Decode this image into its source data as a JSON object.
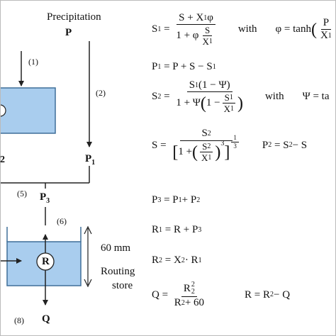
{
  "diagram": {
    "precip_title": "Precipitation",
    "precip_P": "P",
    "flow1": "(1)",
    "flow2": "(2)",
    "flow5": "(5)",
    "flow6": "(6)",
    "flow8": "(8)",
    "P1": "P",
    "P1_sub": "1",
    "P3": "P",
    "P3_sub": "3",
    "left_cut_label": "2",
    "R_node": "R",
    "Q_out": "Q",
    "store_depth": "60 mm",
    "routing_line1": "Routing",
    "routing_line2": "store"
  },
  "equations": {
    "with": "with",
    "phi": "φ",
    "psi": "Ψ",
    "tanh": "φ = tanh",
    "ta": "Ψ = ta",
    "eq1_S1": "S",
    "eq1_num": "S + X",
    "eq1_den": "1 + φ",
    "eq2": "P",
    "eq2_rhs": "= P + S − S",
    "eq3_num": "S",
    "eq3_den1": "1 + Ψ",
    "eq4_num": "S",
    "eq4_den": "1 + ",
    "eq4_exp3": "3",
    "eq4_exp13_num": "1",
    "eq4_exp13_den": "3",
    "eq4b": "= S",
    "eq4b_tail": " − S",
    "eq5": "= P",
    "eq5_plus": " + P",
    "eq6": "= R + P",
    "eq7": "= X",
    "eq7_dot": " · R",
    "eq8_Q": "Q =",
    "eq8_den": "R",
    "eq8_den_tail": " + 60",
    "eq8_R": "R = R",
    "eq8_R_tail": " − Q",
    "one_minus": "1 − Ψ",
    "paren_open": "(",
    "paren_close": ")",
    "minus_one": "1 − ",
    "colors": {
      "store_fill": "#a9cdee",
      "store_stroke": "#3f6f99",
      "line": "#222222"
    }
  }
}
